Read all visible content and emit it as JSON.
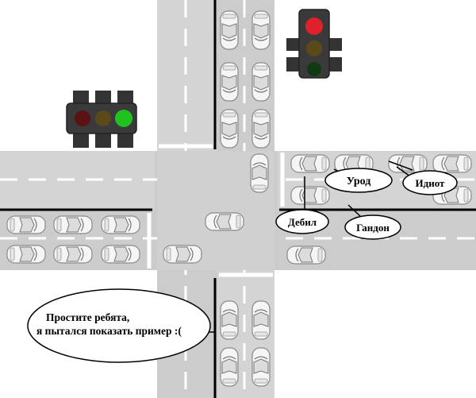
{
  "scene": "road intersection with traffic lights and cars",
  "colors": {
    "background": "#ffffff",
    "road": "#cfcfcf",
    "road_light": "#e3e3e3",
    "lane_mark": "#ffffff",
    "stop_line": "#000000",
    "car_body": "#f4f4f4",
    "car_outline": "#8a8a8a",
    "light_housing": "#3a3a3a",
    "light_red_on": "#e0202a",
    "light_green_on": "#1fc21f",
    "light_off_red": "#5a1010",
    "light_off_amber": "#4a3a10",
    "light_off_green": "#103a10"
  },
  "traffic_lights": [
    {
      "id": "vertical-light",
      "state": "red"
    },
    {
      "id": "horizontal-light",
      "state": "green"
    }
  ],
  "labels": {
    "urod": "Урод",
    "idiot": "Идиот",
    "debil": "Дебил",
    "gandon": "Гандон",
    "apology_line1": "Простите ребята,",
    "apology_line2": "я пытался показать пример :("
  }
}
